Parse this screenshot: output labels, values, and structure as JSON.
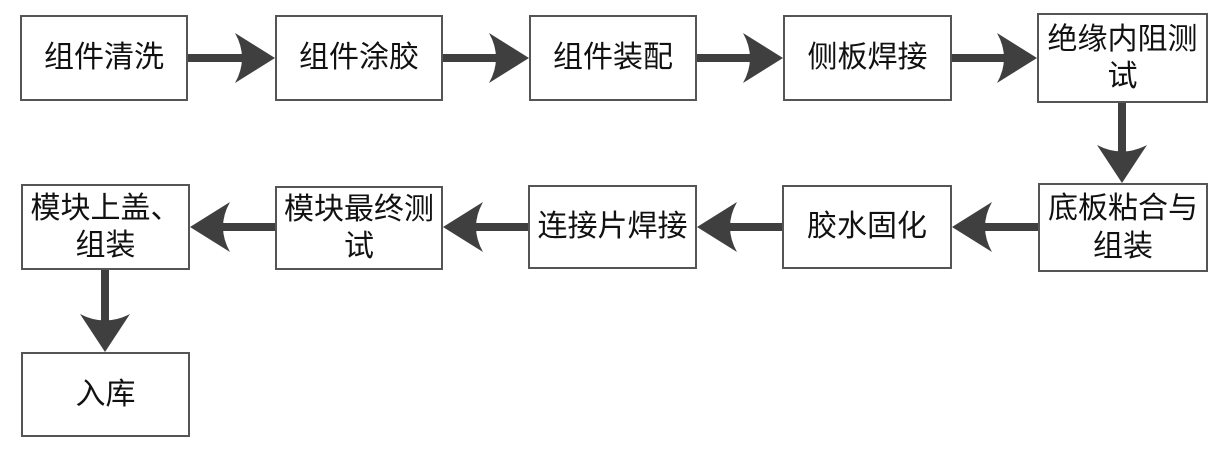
{
  "diagram": {
    "type": "flowchart",
    "description": "Module production process flow",
    "colors": {
      "background": "#ffffff",
      "box_border": "#555555",
      "arrow": "#3f3f3f",
      "text": "#111111"
    },
    "nodes": [
      {
        "id": "n1",
        "label": "组件清洗"
      },
      {
        "id": "n2",
        "label": "组件涂胶"
      },
      {
        "id": "n3",
        "label": "组件装配"
      },
      {
        "id": "n4",
        "label": "侧板焊接"
      },
      {
        "id": "n5",
        "label": "绝缘内阻测试"
      },
      {
        "id": "n6",
        "label": "底板粘合与组装"
      },
      {
        "id": "n7",
        "label": "胶水固化"
      },
      {
        "id": "n8",
        "label": "连接片焊接"
      },
      {
        "id": "n9",
        "label": "模块最终测试"
      },
      {
        "id": "n10",
        "label": "模块上盖、组装"
      },
      {
        "id": "n11",
        "label": "入库"
      }
    ],
    "connectors": [
      {
        "from": "组件清洗",
        "to": "组件涂胶",
        "direction": "right"
      },
      {
        "from": "组件涂胶",
        "to": "组件装配",
        "direction": "right"
      },
      {
        "from": "组件装配",
        "to": "侧板焊接",
        "direction": "right"
      },
      {
        "from": "侧板焊接",
        "to": "绝缘内阻测试",
        "direction": "right"
      },
      {
        "from": "绝缘内阻测试",
        "to": "底板粘合与组装",
        "direction": "down"
      },
      {
        "from": "底板粘合与组装",
        "to": "胶水固化",
        "direction": "left"
      },
      {
        "from": "胶水固化",
        "to": "连接片焊接",
        "direction": "left"
      },
      {
        "from": "连接片焊接",
        "to": "模块最终测试",
        "direction": "left"
      },
      {
        "from": "模块最终测试",
        "to": "模块上盖、组装",
        "direction": "left"
      },
      {
        "from": "模块上盖、组装",
        "to": "入库",
        "direction": "down"
      }
    ]
  }
}
